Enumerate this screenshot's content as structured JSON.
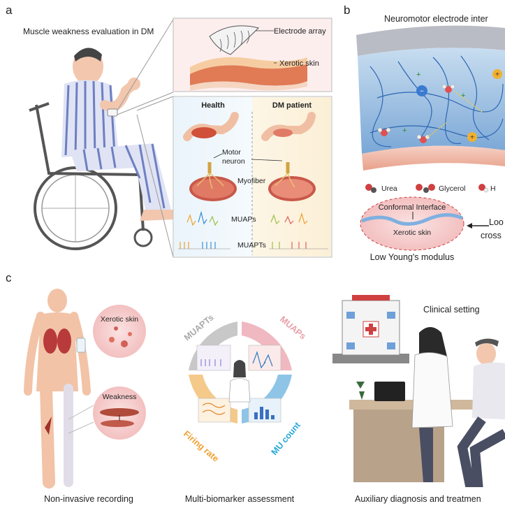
{
  "panel_a": {
    "letter": "a",
    "title": "Muscle weakness evaluation in DM",
    "electrode_array": "Electrode array",
    "xerotic_skin": "Xerotic skin",
    "health": "Health",
    "dm_patient": "DM patient",
    "motor_neuron_line1": "Motor",
    "motor_neuron_line2": "neuron",
    "myofiber": "Myofiber",
    "muaps": "MUAPs",
    "muapts": "MUAPTs"
  },
  "panel_b": {
    "letter": "b",
    "title": "Neuromotor electrode inter",
    "legend_urea": "Urea",
    "legend_glycerol": "Glycerol",
    "legend_h": "H",
    "conformal_interface": "Conformal Interface",
    "xerotic_skin": "Xerotic skin",
    "low_modulus": "Low Young's modulus",
    "loose_line1": "Loo",
    "loose_line2": "cross"
  },
  "panel_c": {
    "letter": "c",
    "xerotic_skin": "Xerotic skin",
    "weakness": "Weakness",
    "ring_muapts": "MUAPTs",
    "ring_muaps": "MUAPs",
    "ring_firing_rate": "Firing rate",
    "ring_mu_count": "MU count",
    "clinical_setting": "Clinical setting",
    "caption_1": "Non-invasive recording",
    "caption_2": "Multi-biomarker assessment",
    "caption_3": "Auxiliary diagnosis and treatmen"
  },
  "colors": {
    "ring_grey": "#c8c8c8",
    "ring_pink": "#f0b8c0",
    "ring_orange": "#f5c98a",
    "ring_blue": "#8ec4e6",
    "muapts_text": "#a9a9a9",
    "muaps_text": "#e8a0aa",
    "firing_text": "#f0a030",
    "mu_count_text": "#29a8d8",
    "skin": "#f1c6a6",
    "hydrogel": "#9fc4e6"
  }
}
